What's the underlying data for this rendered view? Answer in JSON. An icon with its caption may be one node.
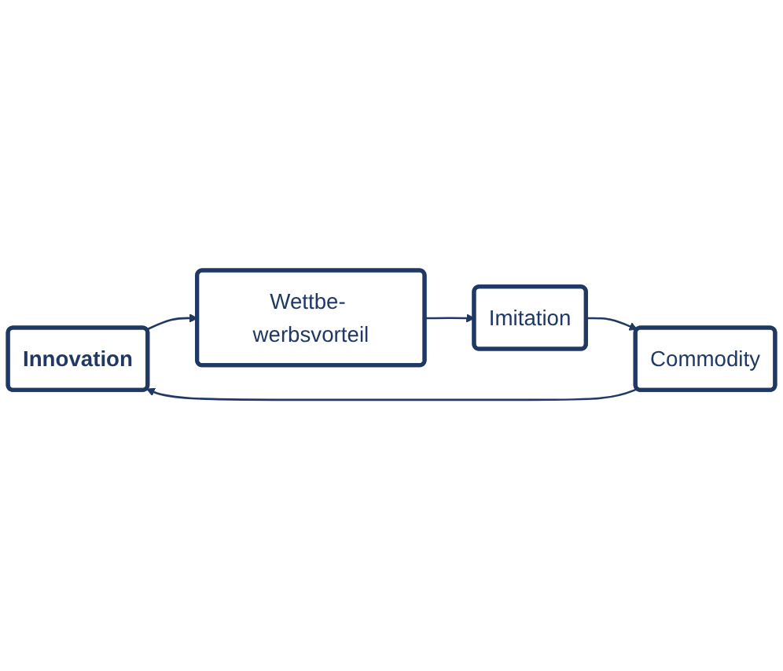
{
  "diagram": {
    "nodes": [
      {
        "text": [
          "Innovation"
        ]
      },
      {
        "text": [
          "Wettbe- werbsvorteil"
        ]
      },
      {
        "text": [
          "Imitation"
        ]
      },
      {
        "text": [
          "Commodity"
        ]
      }
    ],
    "edges": [
      {
        "from": 0,
        "to": 1,
        "arrow": "to"
      },
      {
        "from": 1,
        "to": 2,
        "arrow": "to"
      },
      {
        "from": 2,
        "to": 3,
        "arrow": "to"
      },
      {
        "from": 3,
        "to": 0,
        "arrow": "to"
      }
    ]
  }
}
